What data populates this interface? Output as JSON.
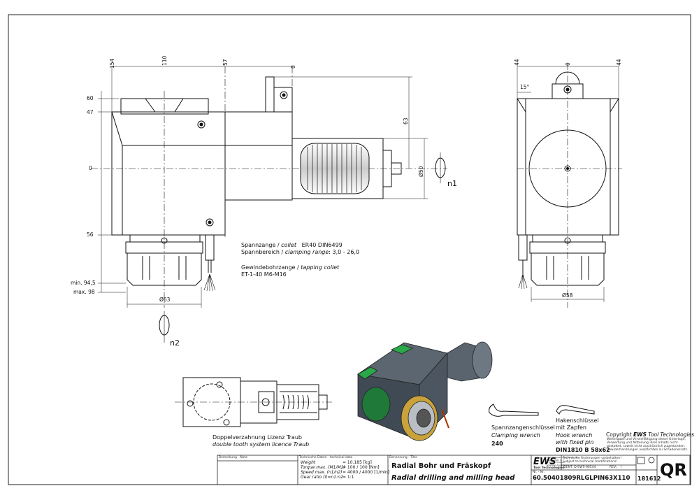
{
  "dimensions": {
    "top": [
      "154",
      "110",
      "57",
      "0"
    ],
    "left": [
      "60",
      "47",
      "0",
      "56"
    ],
    "min_label": "min. 94,5",
    "max_label": "max. 98",
    "v63": "63",
    "d50": "Ø50",
    "d63": "Ø63",
    "d58": "Ø58",
    "right_top": [
      "44",
      "0",
      "44"
    ],
    "angle": "15°"
  },
  "rotation": {
    "n1": "n1",
    "n2": "n2"
  },
  "notes": {
    "collet_de": "Spannzange /",
    "collet_en": "collet",
    "collet_spec": "ER40   DIN6499",
    "range_de": "Spannbereich /",
    "range_en": "clamping range",
    "range_val": ": 3,0 - 26,0",
    "tap_de": "Gewindebohrzange /",
    "tap_en": "tapping collet",
    "tap_spec": "ET-1-40   M6-M16"
  },
  "traub": {
    "line1": "Doppelverzahnung Lizenz Traub",
    "line2": "double tooth system licence Traub"
  },
  "wrench1": {
    "de": "Spannzangenschlüssel",
    "en": "Clamping wrench",
    "num": "240"
  },
  "wrench2": {
    "de": "Hakenschlüssel",
    "de2": "mit Zapfen",
    "en": "Hook wrench",
    "en2": "with fixed pin",
    "num": "DIN1810  B  58x62"
  },
  "copyright": {
    "title_prefix": "Copyright",
    "title_brand": "EWS",
    "title_suffix": "Tool Technologies",
    "lines": [
      "Weitergabe und Vervielfältigung dieser Unterlage,",
      "Verwertung und Mitteilung ihres Inhalts nicht",
      "gestattet, soweit nicht ausdrücklich zugestanden.",
      "Zuwiderhandlungen verpflichten zu Schadenersatz."
    ]
  },
  "titleblock": {
    "remark_label": "Bemerkung - Note",
    "tech_label": "Technische Daten - technical data",
    "rows": [
      {
        "k": "Weight",
        "v": "=   10.185 [kg]"
      },
      {
        "k": "Torque max. (M1/M2)",
        "v": "=   100 / 100 [Nm]"
      },
      {
        "k": "Speed max. (n1/n2)",
        "v": "=   4000 / 4000 [1/min]"
      },
      {
        "k": "Gear ratio  (i)=n1:n2",
        "v": "=   1:1"
      }
    ],
    "desig_label": "Benennung - Title",
    "title_de": "Radial Bohr und Fräskopf",
    "title_en": "Radial drilling and milling head",
    "logo": "EWS",
    "logo_sub": "Tool Technologies",
    "company_lines": [
      "EWS Weigele GmbH & Co. KG",
      "Maybachstr. 1",
      "D-73066 Uhingen",
      "www.ews-tools.de"
    ],
    "changes_de": "Technische Änderungen vorbehalten!",
    "changes_en": "Subject to technical modifications!",
    "ident": "IDENT:  D-EWS-96544",
    "rev": "REV.:",
    "rev_val": "/",
    "pos_label": "Nr. - Nr.",
    "part_no": "60.50401809RLGLPIN63X110",
    "code": "181612",
    "qr": "QR"
  }
}
